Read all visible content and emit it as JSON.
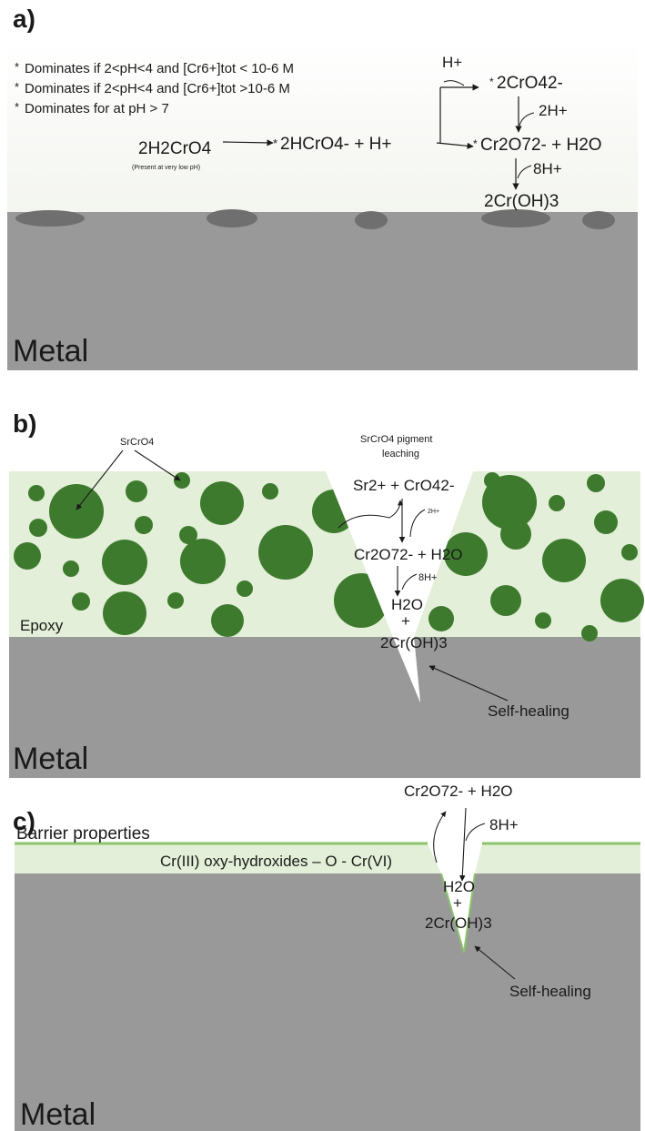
{
  "panel_a": {
    "label": "a)",
    "legend": [
      {
        "marker": "*",
        "marker_color": "#e0443a",
        "text": "Dominates if 2<pH<4 and [Cr6+]tot < 10-6 M"
      },
      {
        "marker": "*",
        "marker_color": "#4a7fc9",
        "text": "Dominates if 2<pH<4 and [Cr6+]tot >10-6 M"
      },
      {
        "marker": "*",
        "marker_color": "#8fbf6a",
        "text": "Dominates for at pH > 7"
      }
    ],
    "reactant": "2H2CrO4",
    "reactant_note": "(Present at very low pH)",
    "product": "2HCrO4- + H+",
    "h_plus": "H+",
    "chromate": "2CrO42-",
    "two_h": "2H+",
    "dichromate": "Cr2O72- + H2O",
    "eight_h": "8H+",
    "hydroxide": "2Cr(OH)3",
    "metal_label": "Metal"
  },
  "panel_b": {
    "label": "b)",
    "pigment_label": "SrCrO4",
    "leaching_label_1": "SrCrO4 pigment",
    "leaching_label_2": "leaching",
    "ions": "Sr2+ + CrO42-",
    "two_h": "2H+",
    "dichromate": "Cr2O72- + H2O",
    "eight_h": "8H+",
    "water": "H2O",
    "plus": "+",
    "hydroxide": "2Cr(OH)3",
    "epoxy_label": "Epoxy",
    "self_healing": "Self-healing",
    "metal_label": "Metal"
  },
  "panel_c": {
    "label": "c)",
    "dichromate": "Cr2O72- + H2O",
    "eight_h": "8H+",
    "barrier_label": "Barrier properties",
    "oxide_formula": "Cr(III) oxy-hydroxides – O - Cr(VI)",
    "water": "H2O",
    "plus": "+",
    "hydroxide": "2Cr(OH)3",
    "self_healing": "Self-healing",
    "metal_label": "Metal"
  },
  "colors": {
    "metal": "#999999",
    "epoxy": "#e3efd8",
    "pigment": "#3e7a2e",
    "barrier_line": "#8cc46c"
  }
}
